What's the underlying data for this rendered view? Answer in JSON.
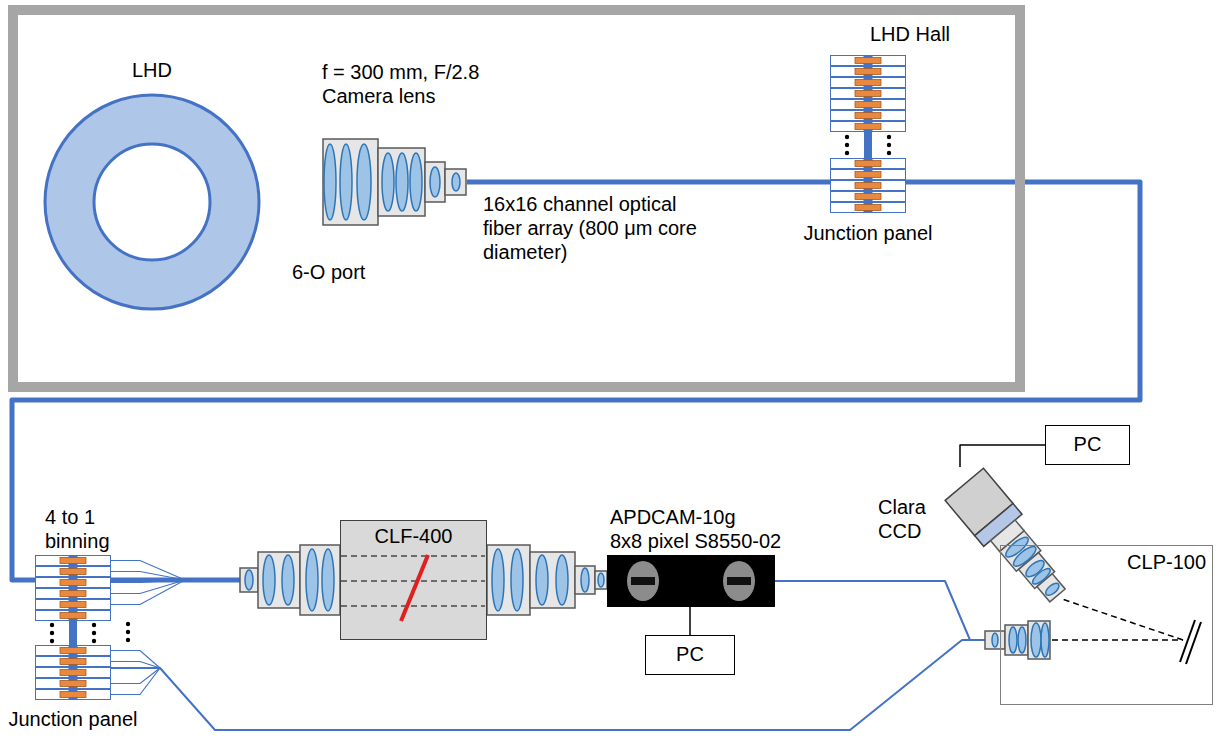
{
  "diagram": {
    "nodes": [
      {
        "text": [
          "LHD Hall"
        ]
      },
      {
        "text": [
          "LHD"
        ],
        "in": 0
      },
      {
        "text": [
          "f = 300 mm, F/2.8 Camera lens"
        ],
        "in": 0
      },
      {
        "text": [
          "Junction panel"
        ],
        "in": 0
      },
      {
        "text": [
          "PC"
        ]
      },
      {
        "text": [
          "Clara CCD"
        ]
      },
      {
        "text": [
          "Junction panel"
        ]
      },
      {
        "text": [
          "CLF-400"
        ]
      },
      {
        "text": [
          "APDCAM-10g",
          "8x8 pixel S8550-02"
        ]
      },
      {
        "text": [
          "CLP-100"
        ]
      },
      {
        "text": [
          "PC"
        ]
      }
    ],
    "edges": [
      {
        "from": 2,
        "to": 3,
        "arrow": "none",
        "label": "16x16 channel optical fiber array (800 μm core diameter)"
      },
      {
        "from": 3,
        "to": 6,
        "arrow": "none"
      },
      {
        "from": 6,
        "to": 7,
        "arrow": "none"
      },
      {
        "from": 8,
        "to": 10,
        "arrow": "none"
      },
      {
        "from": 8,
        "to": 9,
        "arrow": "none"
      },
      {
        "from": 6,
        "to": 9,
        "arrow": "none"
      },
      {
        "from": 5,
        "to": 4,
        "arrow": "none"
      }
    ],
    "labels": [
      "6-O port",
      "4 to 1 binning"
    ]
  }
}
